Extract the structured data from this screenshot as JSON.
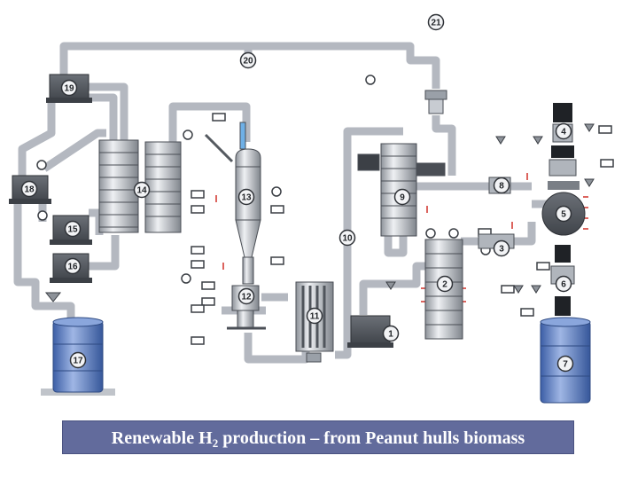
{
  "units": [
    {
      "id": "unit-1",
      "label": "1"
    },
    {
      "id": "unit-2",
      "label": "2"
    },
    {
      "id": "unit-3",
      "label": "3"
    },
    {
      "id": "unit-4",
      "label": "4"
    },
    {
      "id": "unit-5",
      "label": "5"
    },
    {
      "id": "unit-6",
      "label": "6"
    },
    {
      "id": "unit-7",
      "label": "7"
    },
    {
      "id": "unit-8",
      "label": "8"
    },
    {
      "id": "unit-9",
      "label": "9"
    },
    {
      "id": "unit-10",
      "label": "10"
    },
    {
      "id": "unit-11",
      "label": "11"
    },
    {
      "id": "unit-12",
      "label": "12"
    },
    {
      "id": "unit-13",
      "label": "13"
    },
    {
      "id": "unit-14",
      "label": "14"
    },
    {
      "id": "unit-15",
      "label": "15"
    },
    {
      "id": "unit-16",
      "label": "16"
    },
    {
      "id": "unit-17",
      "label": "17"
    },
    {
      "id": "unit-18",
      "label": "18"
    },
    {
      "id": "unit-19",
      "label": "19"
    },
    {
      "id": "unit-20",
      "label": "20"
    },
    {
      "id": "unit-21",
      "label": "21"
    }
  ],
  "caption": {
    "before": "Renewable H",
    "subscript": "2",
    "after": " production – from Peanut hulls biomass"
  },
  "colors": {
    "pipe": "#b4b8c0",
    "vessel": "#c8ccd2",
    "dark_unit": "#555a60",
    "drum": "#5c80c4",
    "caption_bg": "#626b9c",
    "caption_text": "#ffffff"
  }
}
